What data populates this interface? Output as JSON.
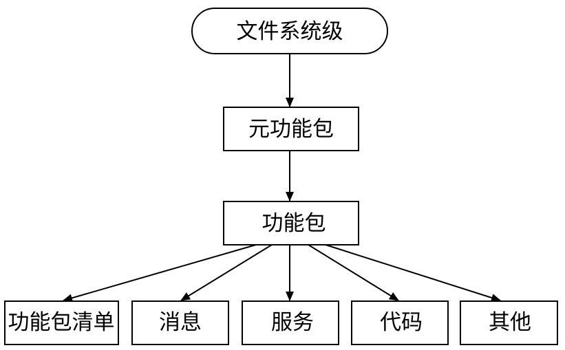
{
  "diagram": {
    "nodes": {
      "root": {
        "label": "文件系统级"
      },
      "meta_package": {
        "label": "元功能包"
      },
      "package": {
        "label": "功能包"
      },
      "package_manifest": {
        "label": "功能包清单"
      },
      "messages": {
        "label": "消息"
      },
      "services": {
        "label": "服务"
      },
      "code": {
        "label": "代码"
      },
      "others": {
        "label": "其他"
      }
    },
    "edges": [
      {
        "from": "root",
        "to": "meta_package"
      },
      {
        "from": "meta_package",
        "to": "package"
      },
      {
        "from": "package",
        "to": "package_manifest"
      },
      {
        "from": "package",
        "to": "messages"
      },
      {
        "from": "package",
        "to": "services"
      },
      {
        "from": "package",
        "to": "code"
      },
      {
        "from": "package",
        "to": "others"
      }
    ],
    "colors": {
      "stroke": "#000000",
      "fill": "#ffffff",
      "text": "#000000"
    }
  }
}
